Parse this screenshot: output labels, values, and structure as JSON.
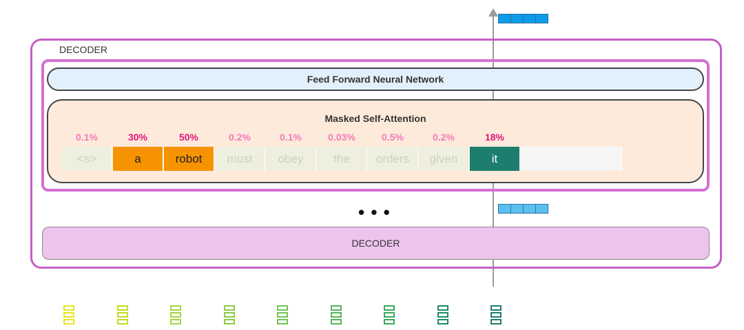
{
  "outer_label": "DECODER",
  "ffnn_label": "Feed Forward Neural Network",
  "msa_label": "Masked Self-Attention",
  "ellipsis": "• • •",
  "decoder2_label": "DECODER",
  "tokens": [
    {
      "text": "<s>",
      "weight": "0.1%"
    },
    {
      "text": "a",
      "weight": "30%"
    },
    {
      "text": "robot",
      "weight": "50%"
    },
    {
      "text": "must",
      "weight": "0.2%"
    },
    {
      "text": "obey",
      "weight": "0.1%"
    },
    {
      "text": "the",
      "weight": "0.03%"
    },
    {
      "text": "orders",
      "weight": "0.5%"
    },
    {
      "text": "given",
      "weight": "0.2%"
    },
    {
      "text": "it",
      "weight": "18%"
    },
    {
      "text": "",
      "weight": ""
    },
    {
      "text": "",
      "weight": ""
    }
  ],
  "colors": {
    "decoder_border": "#c45ec4",
    "ffnn_fill": "#e2f0fc",
    "attention_fill": "#fdeadb",
    "strong_token": "#f59300",
    "current_token": "#1d7e6e",
    "weight_high": "#e0157a",
    "weight_low": "#f27ab8",
    "vector_output": "#0d9de8",
    "vector_hidden": "#5cc0ef",
    "embeddings": [
      "#e8e620",
      "#c4dc24",
      "#a5d640",
      "#8ccc45",
      "#6ec550",
      "#4fb85a",
      "#3aa95e",
      "#1f8a68",
      "#1d7e6e"
    ]
  }
}
